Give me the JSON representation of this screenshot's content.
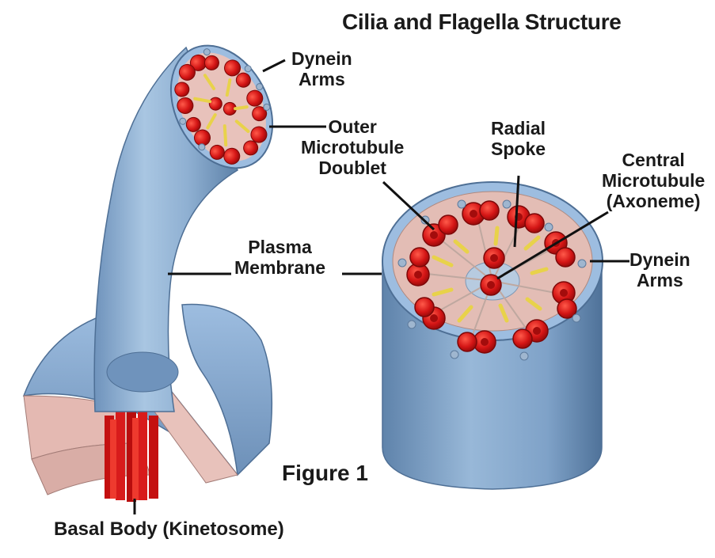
{
  "title": "Cilia and Flagella Structure",
  "figure_caption": "Figure 1",
  "labels": {
    "dynein_arms_top": [
      "Dynein",
      "Arms"
    ],
    "outer_doublet": [
      "Outer",
      "Microtubule",
      "Doublet"
    ],
    "radial_spoke": [
      "Radial",
      "Spoke"
    ],
    "central_microtubule": [
      "Central",
      "Microtubule",
      "(Axoneme)"
    ],
    "dynein_arms_right": [
      "Dynein",
      "Arms"
    ],
    "plasma_membrane": [
      "Plasma",
      "Membrane"
    ],
    "basal_body": "Basal Body (Kinetosome)"
  },
  "colors": {
    "membrane": "#8fb3d6",
    "membrane_dark": "#5d84ad",
    "interior": "#e8c2bb",
    "microtubule": "#d41515",
    "spoke": "#e8d24a",
    "dynein": "#9fb6cf"
  }
}
